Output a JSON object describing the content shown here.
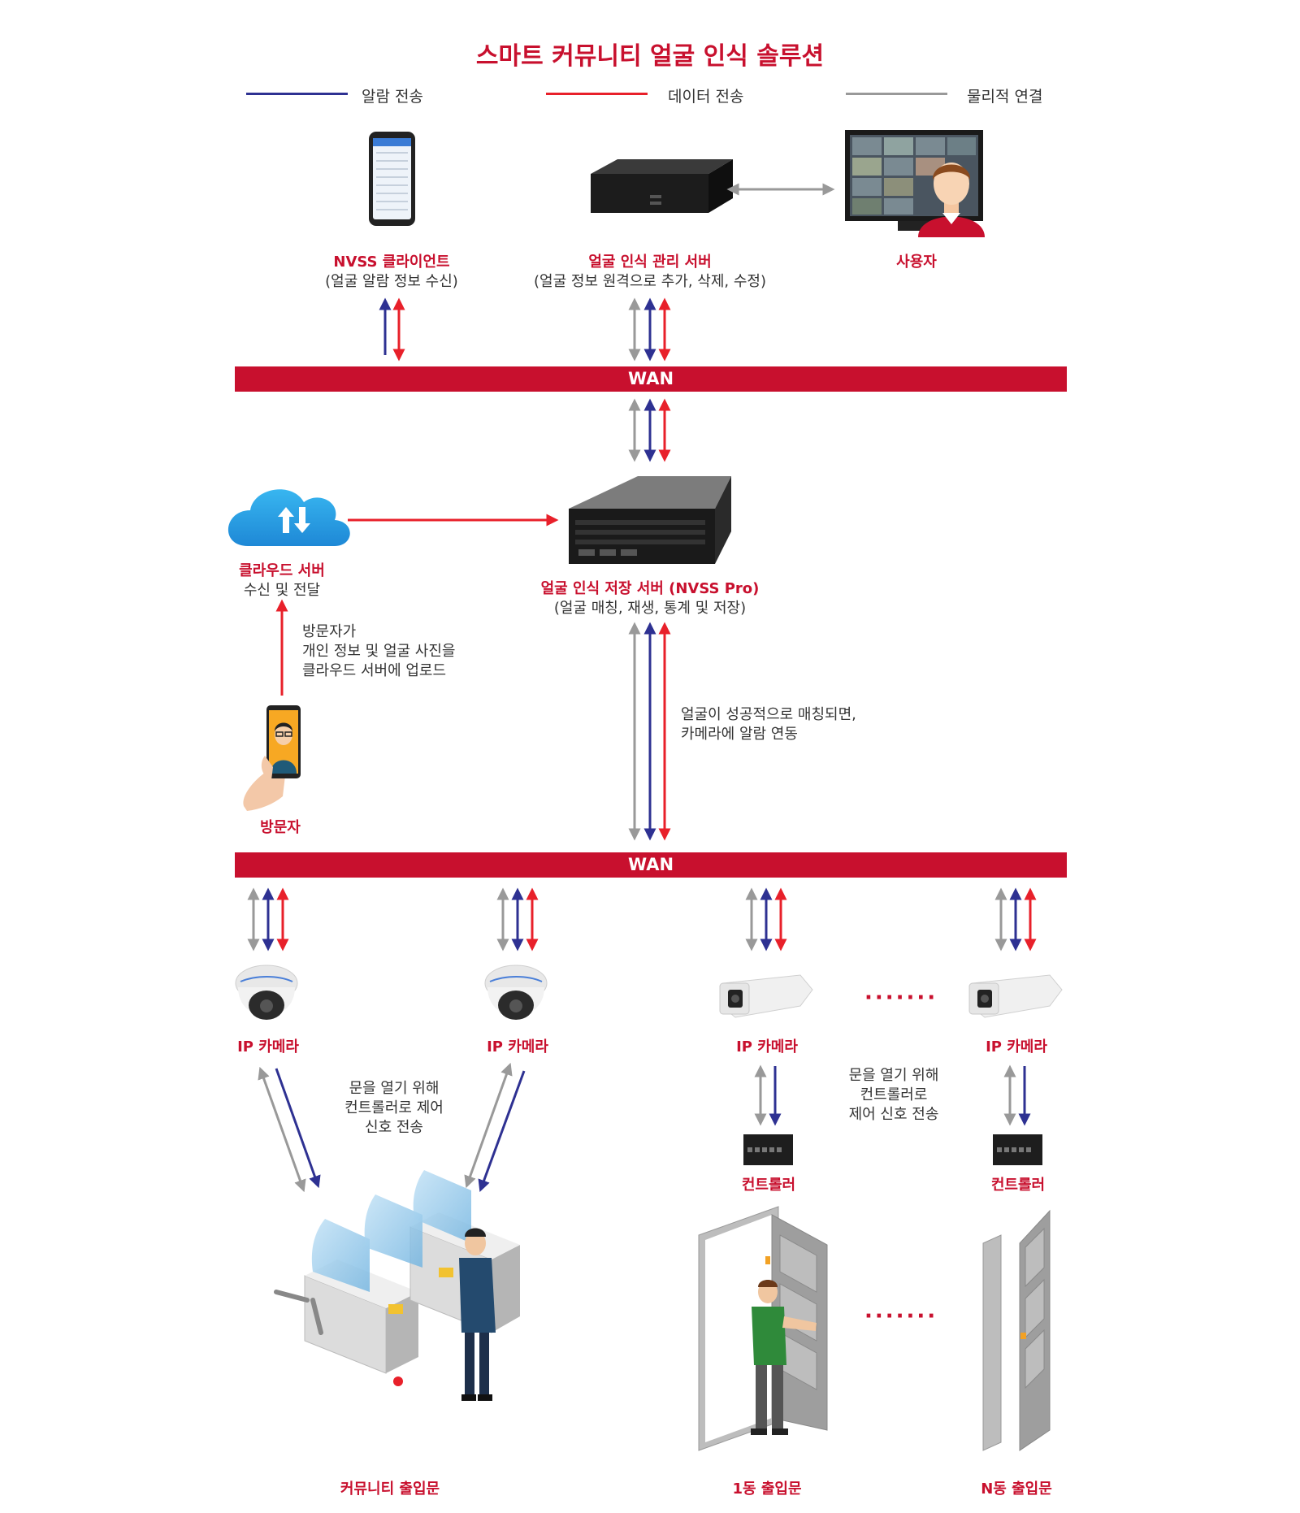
{
  "title": "스마트 커뮤니티 얼굴 인식 솔루션",
  "legend": [
    {
      "label": "알람 전송",
      "color": "#2e3192"
    },
    {
      "label": "데이터 전송",
      "color": "#e8202a"
    },
    {
      "label": "물리적 연결",
      "color": "#999999"
    }
  ],
  "nodes": {
    "nvss_client": {
      "name": "NVSS 클라이언트",
      "desc": "(얼굴 알람 정보 수신)"
    },
    "mgmt_server": {
      "name": "얼굴 인식 관리 서버",
      "desc": "(얼굴 정보 원격으로 추가, 삭제, 수정)"
    },
    "user": {
      "name": "사용자"
    },
    "cloud": {
      "name": "클라우드 서버",
      "desc": "수신 및 전달"
    },
    "storage_server": {
      "name": "얼굴 인식 저장 서버 (NVSS Pro)",
      "desc": "(얼굴 매칭, 재생, 통계 및 저장)"
    },
    "visitor": {
      "name": "방문자"
    },
    "cam1": {
      "name": "IP 카메라"
    },
    "cam2": {
      "name": "IP 카메라"
    },
    "cam3": {
      "name": "IP 카메라"
    },
    "cam4": {
      "name": "IP 카메라"
    },
    "controller1": {
      "name": "컨트롤러"
    },
    "controller2": {
      "name": "컨트롤러"
    },
    "gate_community": {
      "name": "커뮤니티 출입문"
    },
    "gate_building1": {
      "name": "1동 출입문"
    },
    "gate_buildingN": {
      "name": "N동 출입문"
    }
  },
  "wan": {
    "top": "WAN",
    "bottom": "WAN"
  },
  "notes": {
    "visitor_upload": [
      "방문자가",
      "개인 정보 및 얼굴 사진을",
      "클라우드 서버에 업로드"
    ],
    "match_alarm": [
      "얼굴이 성공적으로 매칭되면,",
      "카메라에 알람 연동"
    ],
    "door_signal_left": [
      "문을 열기 위해",
      "컨트롤러로 제어",
      "신호 전송"
    ],
    "door_signal_right": [
      "문을 열기 위해",
      "컨트롤러로",
      "제어 신호 전송"
    ]
  },
  "ellipsis": "·······",
  "colors": {
    "brand_red": "#c8102e",
    "alarm_blue": "#2e3192",
    "data_red": "#e8202a",
    "physical_gray": "#999999"
  }
}
